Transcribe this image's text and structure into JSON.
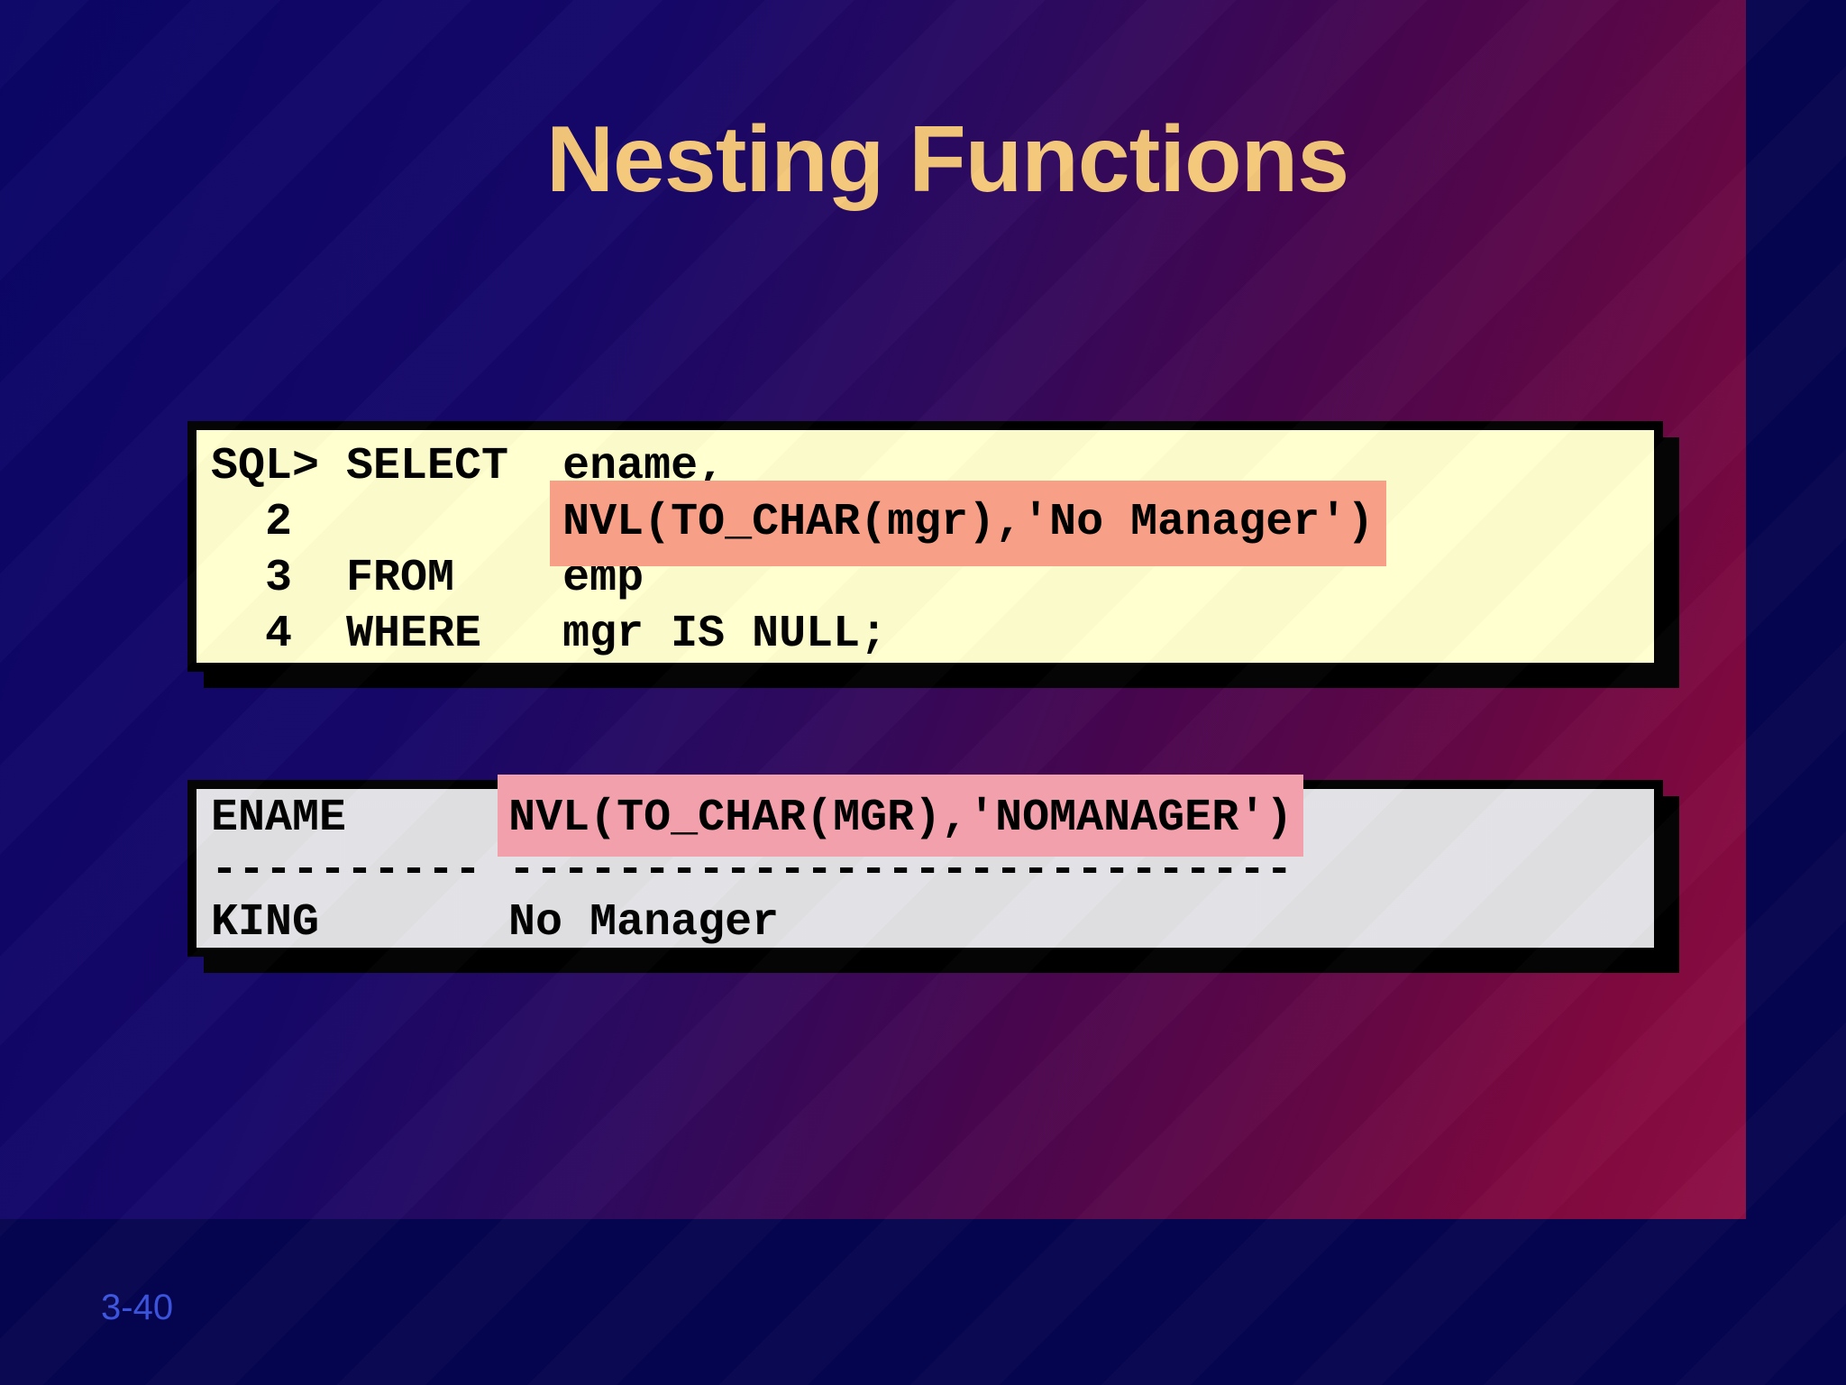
{
  "slide": {
    "title": "Nesting Functions",
    "page_number": "3-40"
  },
  "code_box": {
    "line1": "SQL> SELECT  ename,",
    "line2_prefix": "  2          ",
    "line2_highlight": "NVL(TO_CHAR(mgr),'No Manager')",
    "line3": "  3  FROM    emp",
    "line4": "  4  WHERE   mgr IS NULL;"
  },
  "result_box": {
    "header_prefix": "ENAME      ",
    "header_highlight": "NVL(TO_CHAR(MGR),'NOMANAGER')",
    "separator": "---------- -----------------------------",
    "row": "KING       No Manager"
  },
  "colors": {
    "frame_navy": "#05044F",
    "grad_navy": "#0A0566",
    "grad_purple": "#470650",
    "grad_maroon": "#82093F",
    "title_gold": "#F5C87A",
    "code_cream": "#FFFFCE",
    "result_gray": "#E2E2E5",
    "highlight_salmon": "#F8A087",
    "highlight_pink": "#F2A0AC",
    "page_blue": "#3C55DF"
  }
}
